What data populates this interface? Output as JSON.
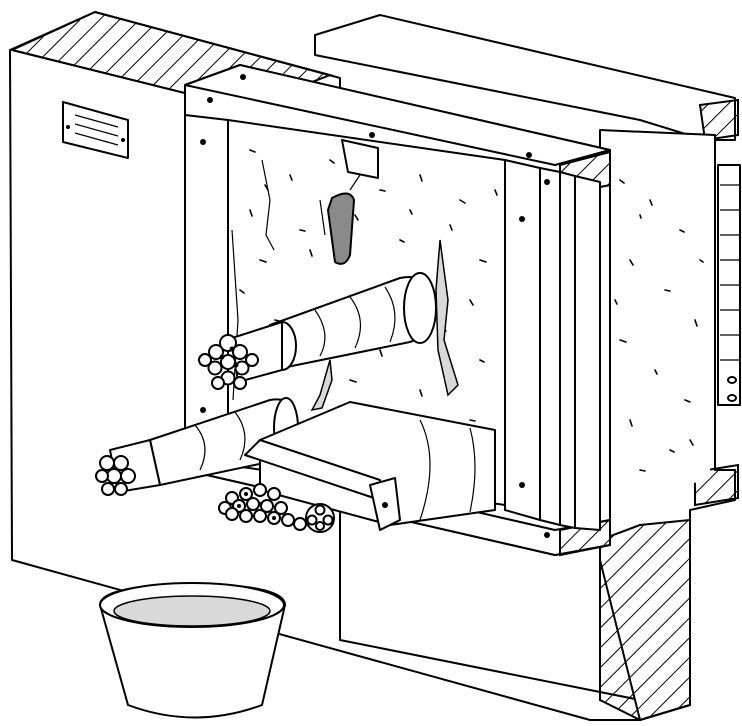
{
  "illustration": {
    "kind": "technical-line-drawing",
    "components": [
      "wall-opening",
      "fire-barrier-frame",
      "mortar-fill",
      "trowel",
      "cable-bundle-sleeved",
      "cable-tray",
      "mixing-bucket",
      "name-plate"
    ]
  },
  "palette": {
    "line": "#000000",
    "fill": "#ffffff",
    "shade": "#d9d9d9",
    "trowel": "#8a8a8a"
  }
}
